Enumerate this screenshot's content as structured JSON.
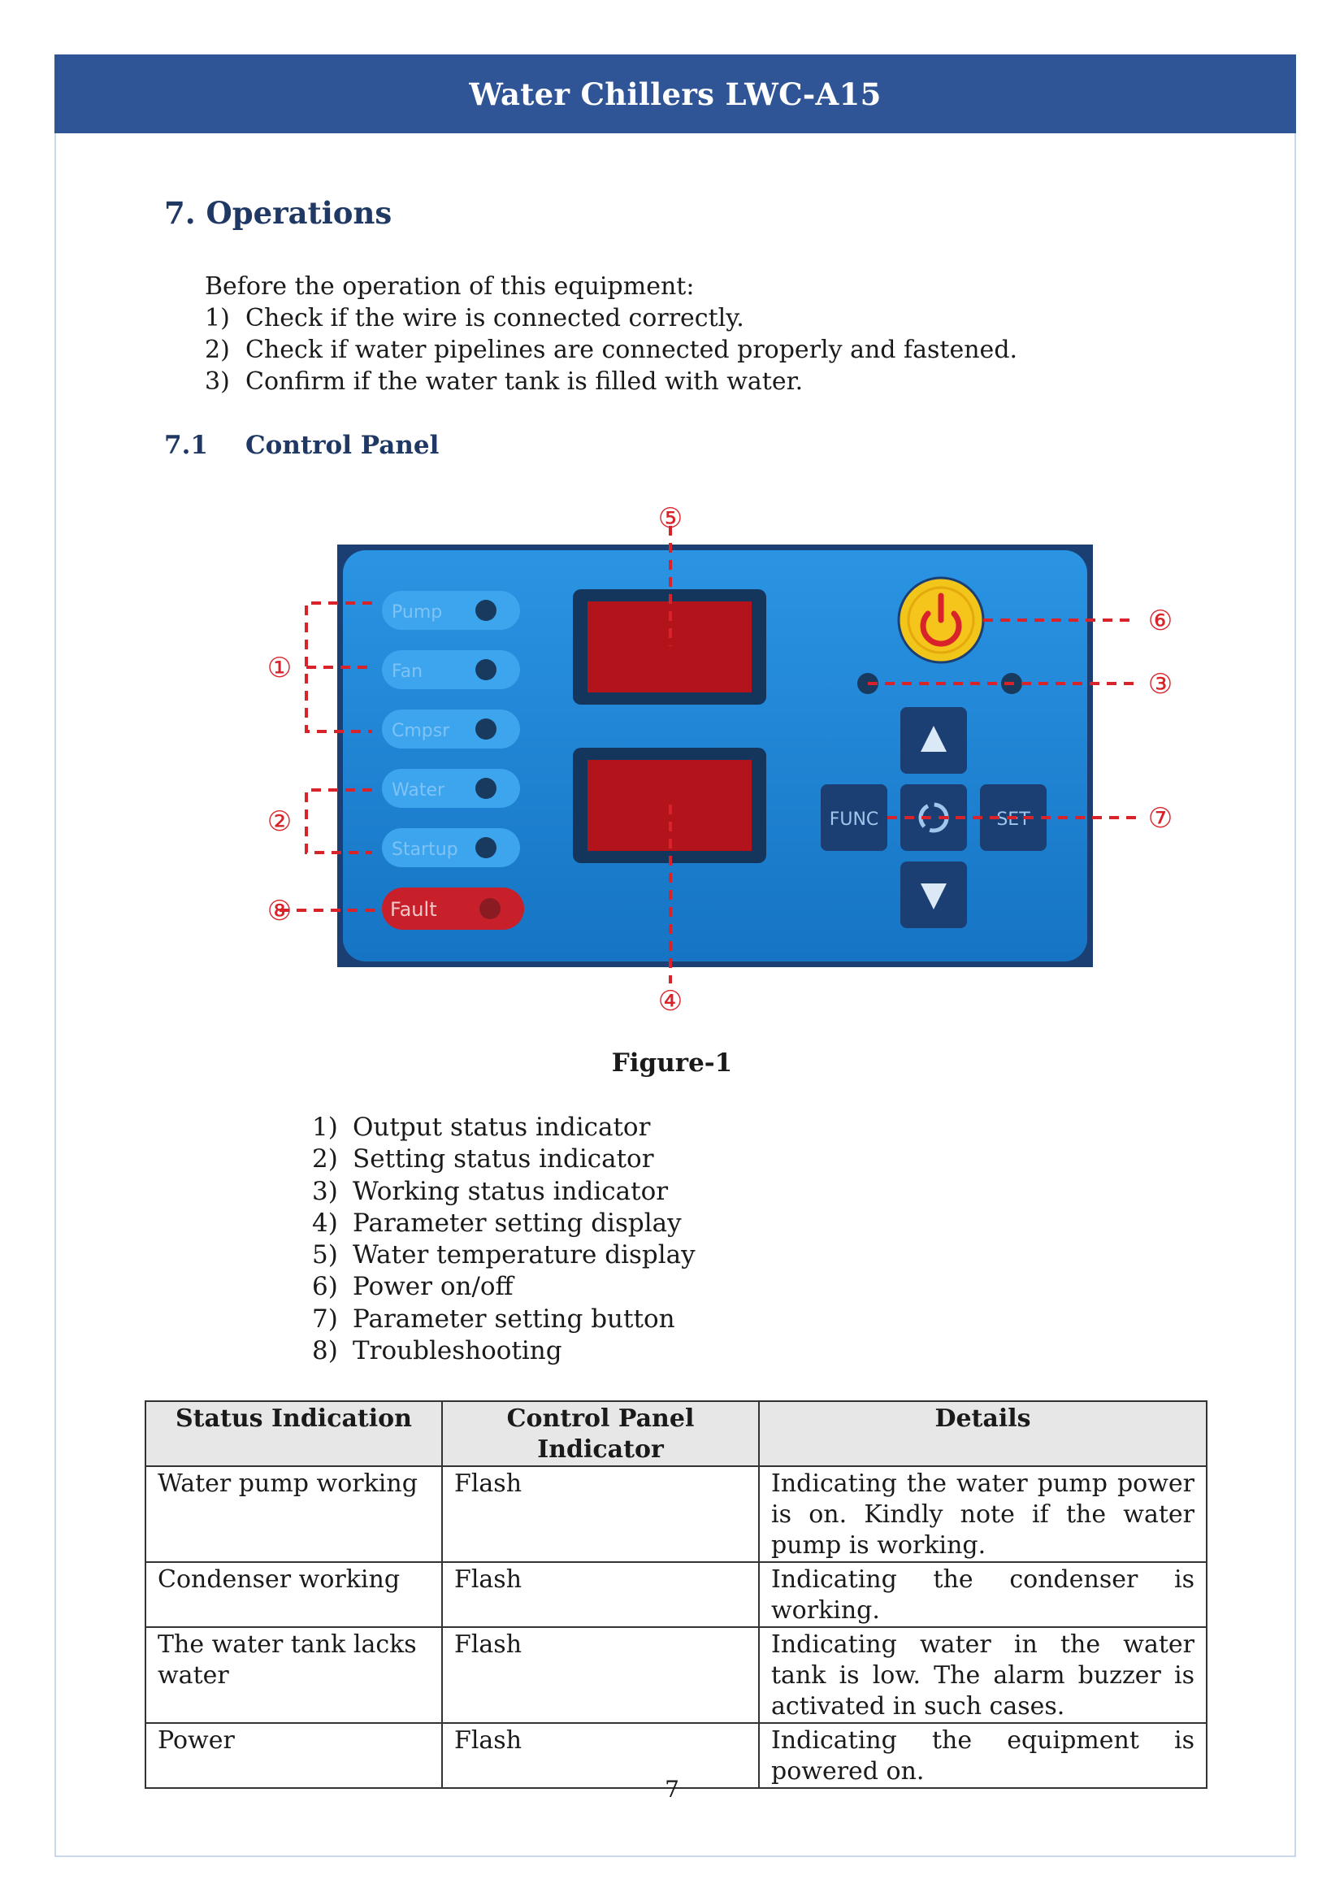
{
  "header": {
    "title": "Water Chillers LWC-A15"
  },
  "section": {
    "heading": "7.  Operations"
  },
  "intro": {
    "lead": "Before the operation of this equipment:",
    "items": [
      {
        "num": "1)",
        "text": "Check if the wire is connected correctly."
      },
      {
        "num": "2)",
        "text": "Check if water pipelines are connected properly and fastened."
      },
      {
        "num": "3)",
        "text": "Confirm if the water tank is filled with water."
      }
    ]
  },
  "subsection": {
    "number": "7.1",
    "title": "Control Panel"
  },
  "figure": {
    "caption": "Figure-1",
    "panel": {
      "indicators": [
        "Pump",
        "Fan",
        "Cmpsr",
        "Water",
        "Startup",
        "Fault"
      ],
      "buttons": {
        "func": "FUNC",
        "set": "SET"
      },
      "callouts": [
        "①",
        "②",
        "③",
        "④",
        "⑤",
        "⑥",
        "⑦",
        "⑧"
      ]
    },
    "colors": {
      "panel": "#1b86d6",
      "display": "#b3131a",
      "power": "#f2c51b",
      "callout": "#d8232a"
    }
  },
  "legend": [
    {
      "num": "1)",
      "text": "Output status indicator"
    },
    {
      "num": "2)",
      "text": "Setting status indicator"
    },
    {
      "num": "3)",
      "text": "Working status indicator"
    },
    {
      "num": "4)",
      "text": "Parameter setting display"
    },
    {
      "num": "5)",
      "text": "Water temperature display"
    },
    {
      "num": "6)",
      "text": "Power on/off"
    },
    {
      "num": "7)",
      "text": "Parameter setting button"
    },
    {
      "num": "8)",
      "text": "Troubleshooting"
    }
  ],
  "table": {
    "headers": [
      "Status Indication",
      "Control Panel Indicator",
      "Details"
    ],
    "rows": [
      [
        "Water pump working",
        "Flash",
        "Indicating the water pump power is on. Kindly note if the water pump is working."
      ],
      [
        "Condenser working",
        "Flash",
        "Indicating the condenser is working."
      ],
      [
        "The water tank lacks water",
        "Flash",
        "Indicating water in the water tank is low. The alarm buzzer is activated in such cases."
      ],
      [
        "Power",
        "Flash",
        "Indicating the equipment is powered on."
      ]
    ]
  },
  "page_number": "7"
}
